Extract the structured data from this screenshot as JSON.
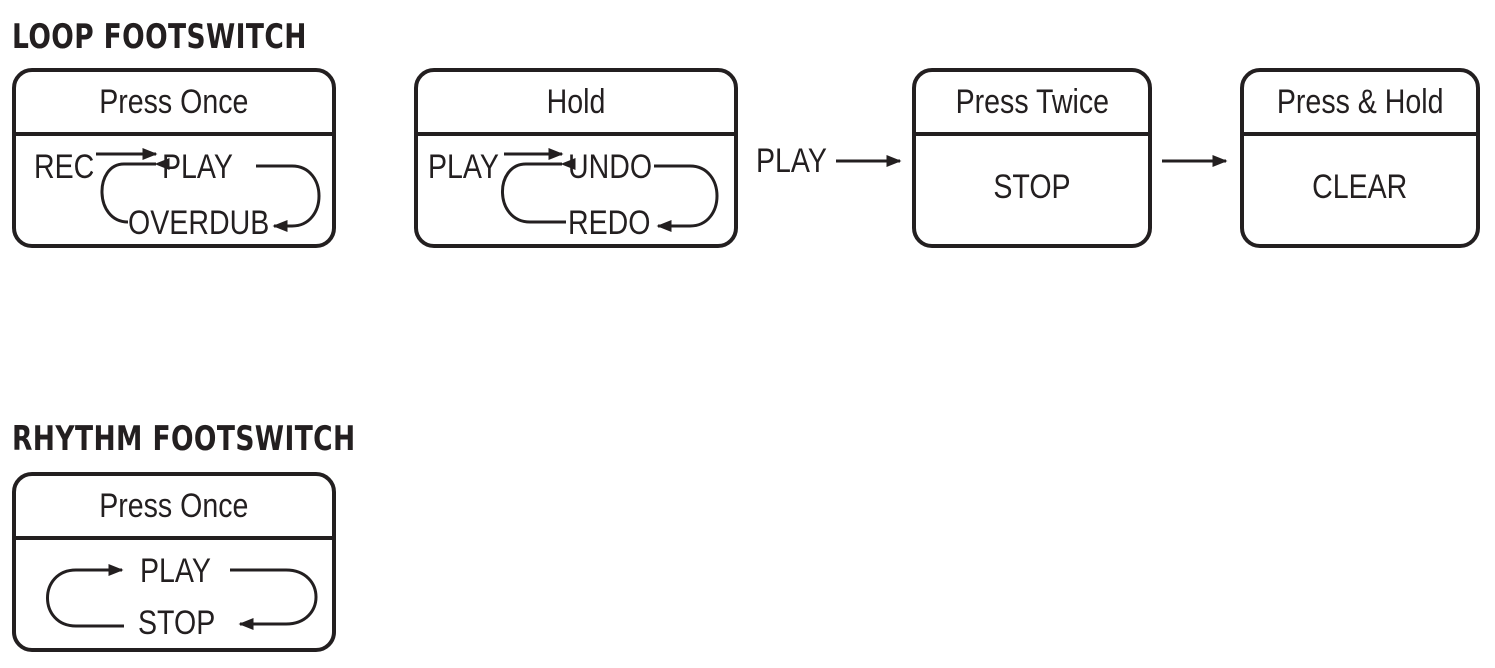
{
  "loop": {
    "title": "LOOP FOOTSWITCH",
    "press_once": {
      "header": "Press Once",
      "rec": "REC",
      "play": "PLAY",
      "overdub": "OVERDUB"
    },
    "hold": {
      "header": "Hold",
      "play": "PLAY",
      "undo": "UNDO",
      "redo": "REDO"
    },
    "connector_label": "PLAY",
    "press_twice": {
      "header": "Press Twice",
      "action": "STOP"
    },
    "press_hold": {
      "header": "Press & Hold",
      "action": "CLEAR"
    }
  },
  "rhythm": {
    "title": "RHYTHM FOOTSWITCH",
    "press_once": {
      "header": "Press Once",
      "play": "PLAY",
      "stop": "STOP"
    }
  },
  "colors": {
    "ink": "#231f20",
    "background": "#ffffff"
  }
}
